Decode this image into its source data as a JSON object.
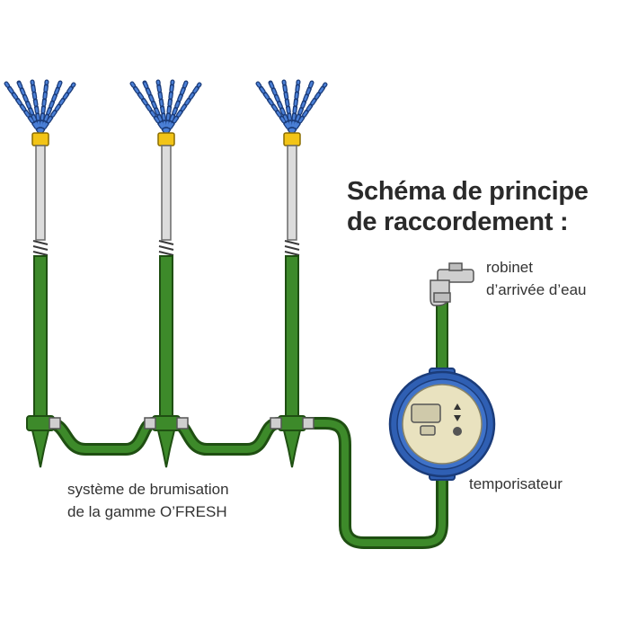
{
  "title": {
    "line1": "Schéma de principe",
    "line2": "de raccordement :"
  },
  "labels": {
    "tap_line1": "robinet",
    "tap_line2": "d’arrivée d’eau",
    "timer": "temporisateur",
    "system_line1": "système de brumisation",
    "system_line2": "de la gamme O’FRESH"
  },
  "colors": {
    "green": "#3d8a2a",
    "green_dark": "#1f4f12",
    "hose": "#2f6b1f",
    "blue": "#2f5fb3",
    "blue_dark": "#1b3c7a",
    "nozzle": "#2b56a6",
    "collar": "#f2c417",
    "metal": "#d8d8d8",
    "timer_face": "#e9e2bf"
  }
}
